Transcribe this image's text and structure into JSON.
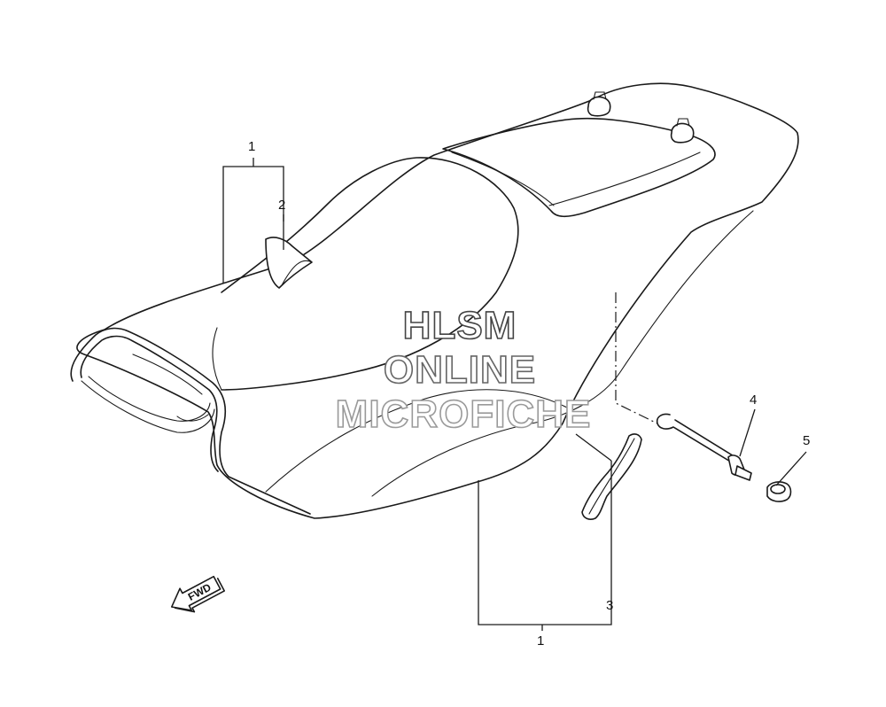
{
  "watermark": {
    "line1": "HLSM",
    "line2": "ONLINE",
    "line3": "MICROFICHE",
    "colors": [
      "#444444",
      "#666666",
      "#9a9a9a"
    ]
  },
  "direction_marker": {
    "label": "FWD",
    "icon": "forward-arrow-icon"
  },
  "callouts": [
    {
      "id": "callout-1-top",
      "label": "1"
    },
    {
      "id": "callout-2",
      "label": "2"
    },
    {
      "id": "callout-3",
      "label": "3"
    },
    {
      "id": "callout-4",
      "label": "4"
    },
    {
      "id": "callout-5",
      "label": "5"
    },
    {
      "id": "callout-1-bottom",
      "label": "1"
    }
  ]
}
